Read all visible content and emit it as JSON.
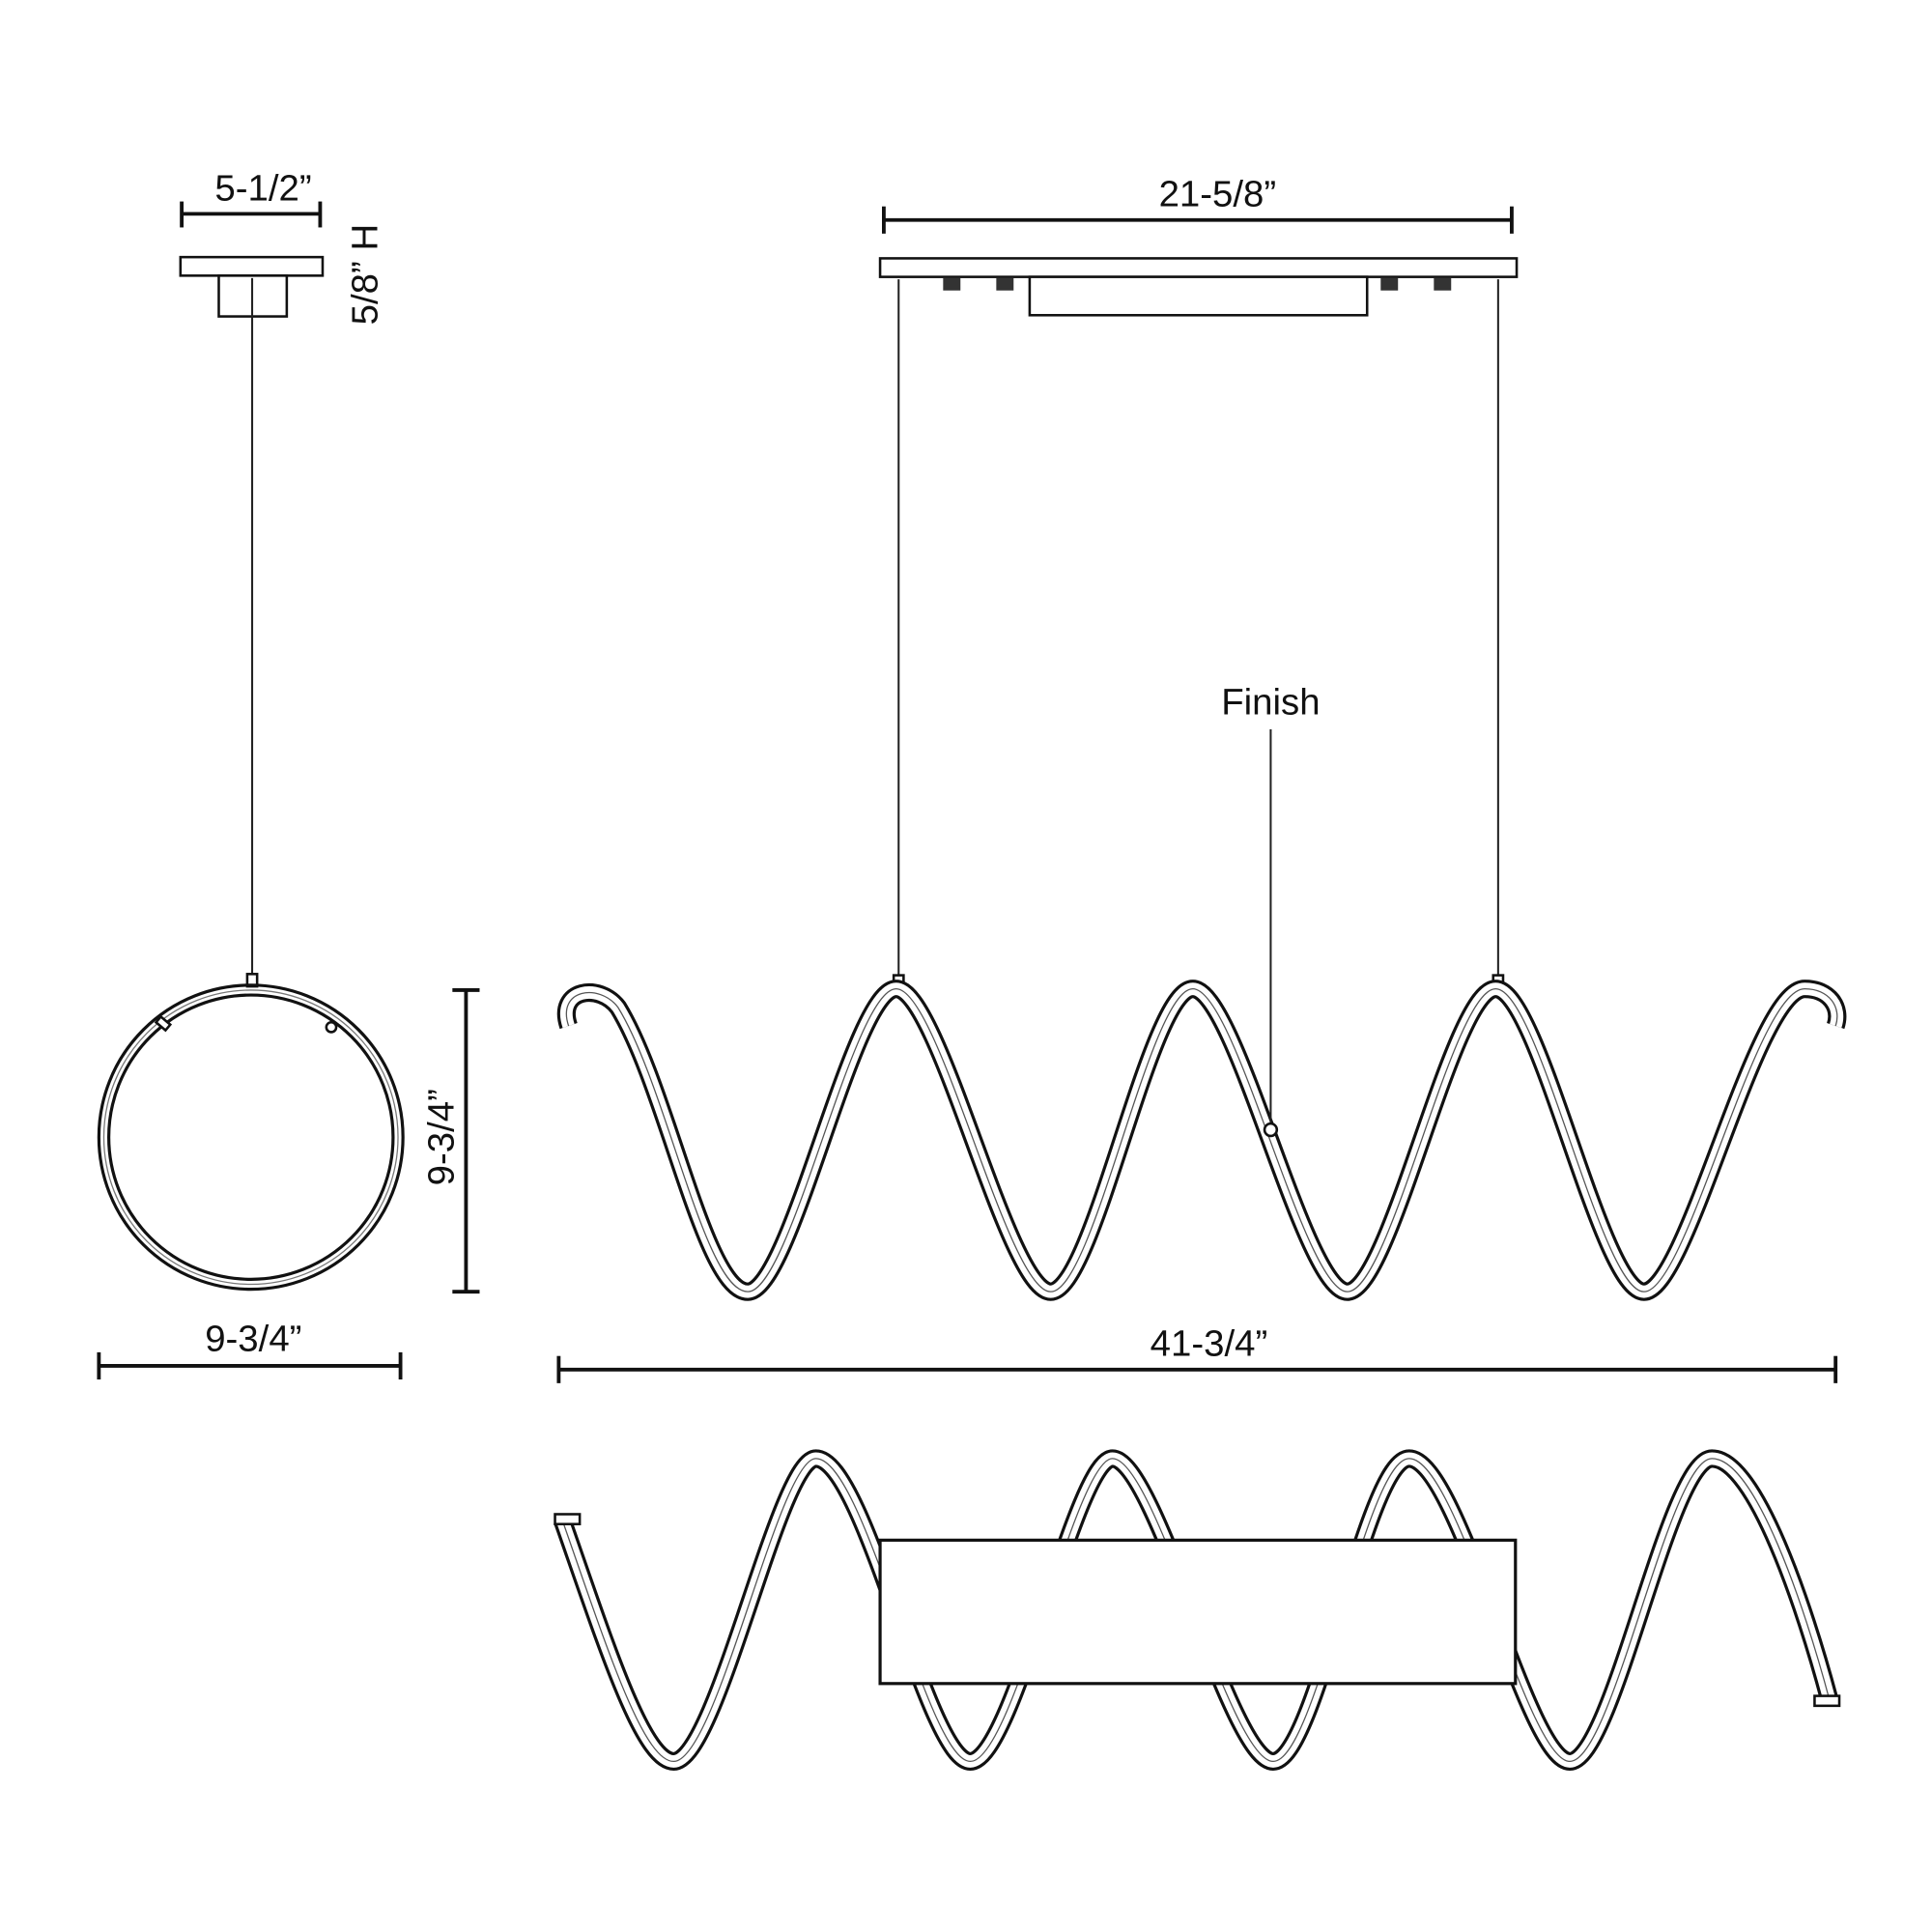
{
  "labels": {
    "canopy_width": "5-1/2”",
    "canopy_height": "5/8” H",
    "canopy_length": "21-5/8”",
    "finish_callout": "Finish",
    "fixture_height": "9-3/4”",
    "ring_width": "9-3/4”",
    "overall_length": "41-3/4”"
  }
}
